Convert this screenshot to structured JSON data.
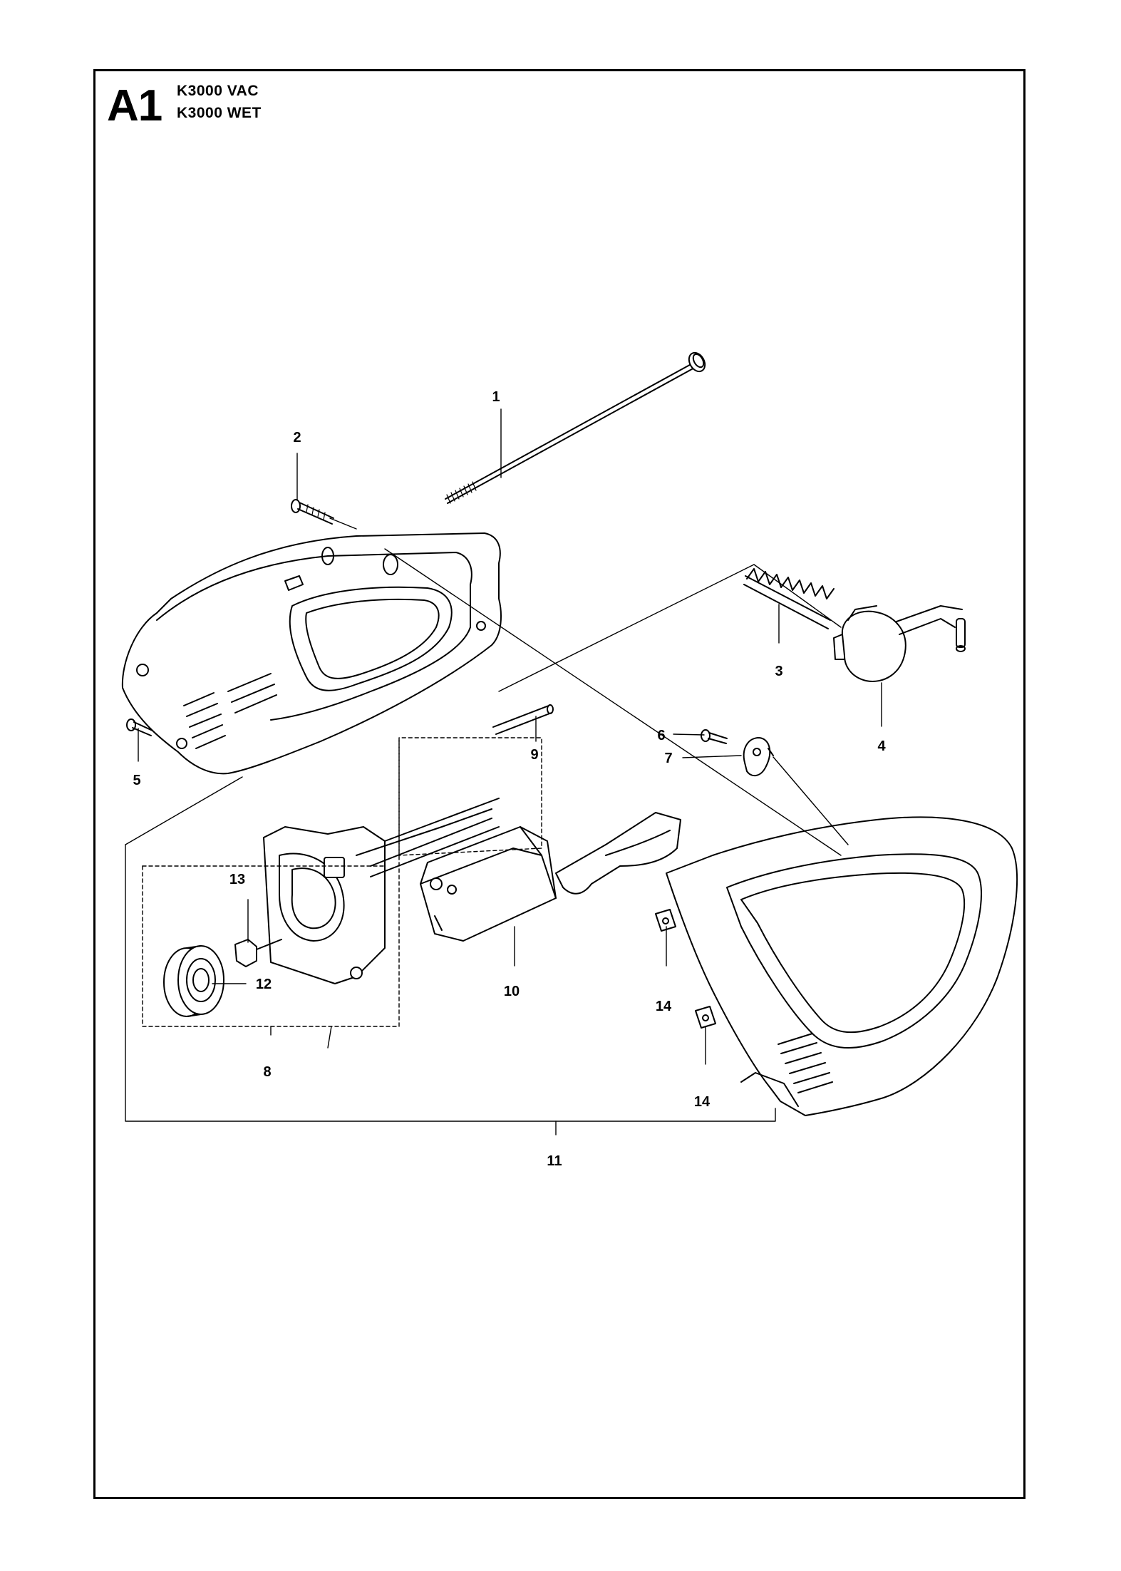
{
  "header": {
    "section_code": "A1",
    "models": [
      "K3000 VAC",
      "K3000 WET"
    ]
  },
  "callouts": [
    {
      "id": "c1",
      "label": "1"
    },
    {
      "id": "c2",
      "label": "2"
    },
    {
      "id": "c3",
      "label": "3"
    },
    {
      "id": "c4",
      "label": "4"
    },
    {
      "id": "c5",
      "label": "5"
    },
    {
      "id": "c6",
      "label": "6"
    },
    {
      "id": "c7",
      "label": "7"
    },
    {
      "id": "c8",
      "label": "8"
    },
    {
      "id": "c9",
      "label": "9"
    },
    {
      "id": "c10",
      "label": "10"
    },
    {
      "id": "c11",
      "label": "11"
    },
    {
      "id": "c12",
      "label": "12"
    },
    {
      "id": "c13",
      "label": "13"
    },
    {
      "id": "c14a",
      "label": "14"
    },
    {
      "id": "c14b",
      "label": "14"
    }
  ]
}
